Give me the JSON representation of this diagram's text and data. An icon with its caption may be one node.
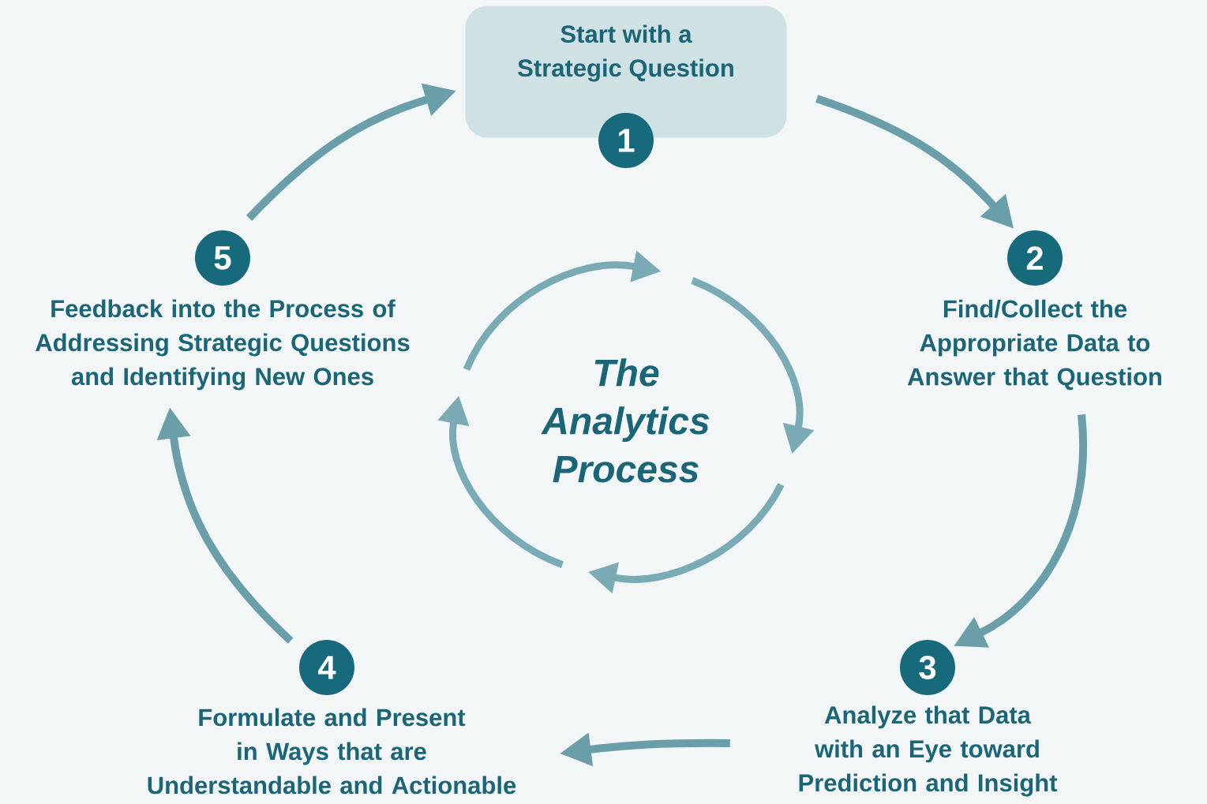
{
  "diagram": {
    "nodes": [
      {
        "text": [
          "Start with a Strategic Question"
        ]
      },
      {
        "text": [
          "1"
        ]
      },
      {
        "text": [
          "2"
        ]
      },
      {
        "text": [
          "Find/Collect the Appropriate Data to Answer that Question"
        ]
      },
      {
        "text": [
          "3"
        ]
      },
      {
        "text": [
          "Analyze that Data with an Eye toward Prediction and Insight"
        ]
      },
      {
        "text": [
          "4"
        ]
      },
      {
        "text": [
          "Formulate and Present in Ways that are Understandable and Actionable"
        ]
      },
      {
        "text": [
          "5"
        ]
      },
      {
        "text": [
          "Feedback into the Process of Addressing Strategic Questions and Identifying New Ones"
        ]
      }
    ],
    "edges": [
      {
        "from": 0,
        "to": 2,
        "arrow": "to"
      },
      {
        "from": 3,
        "to": 4,
        "arrow": "to"
      },
      {
        "from": 5,
        "to": 7,
        "arrow": "to"
      },
      {
        "from": 6,
        "to": 9,
        "arrow": "to"
      },
      {
        "from": 8,
        "to": 0,
        "arrow": "to"
      }
    ],
    "labels": [
      "The Analytics Process"
    ]
  }
}
